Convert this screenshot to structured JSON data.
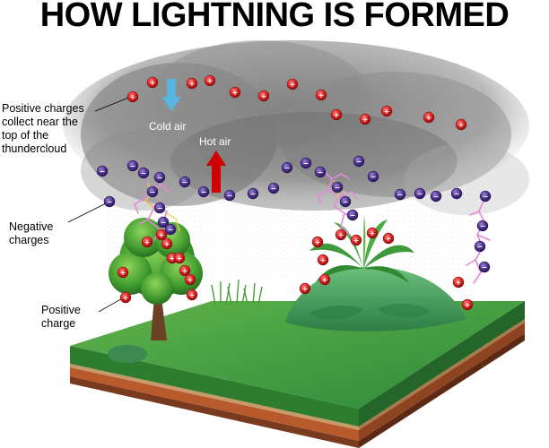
{
  "title": "HOW LIGHTNING IS FORMED",
  "labels": {
    "positive_top": [
      "Positive charges",
      "collect near the",
      "top of the",
      "thundercloud"
    ],
    "negative": [
      "Negative",
      "charges"
    ],
    "positive_charge": [
      "Positive",
      "charge"
    ]
  },
  "air": {
    "cold": "Cold air",
    "hot": "Hot air"
  },
  "charge_symbols": {
    "positive": "+",
    "negative": "−"
  },
  "colors": {
    "positive": "#d42020",
    "negative": "#4b2f8c",
    "cold_arrow": "#5ab4e0",
    "hot_arrow": "#d00000",
    "lightning": "#e48ad8",
    "lightning_core": "#f2d040",
    "grass": "#3f9a3c",
    "soil": "#b85a2c",
    "tree": "#4fa83a",
    "cloud": "#9a9a9a"
  }
}
